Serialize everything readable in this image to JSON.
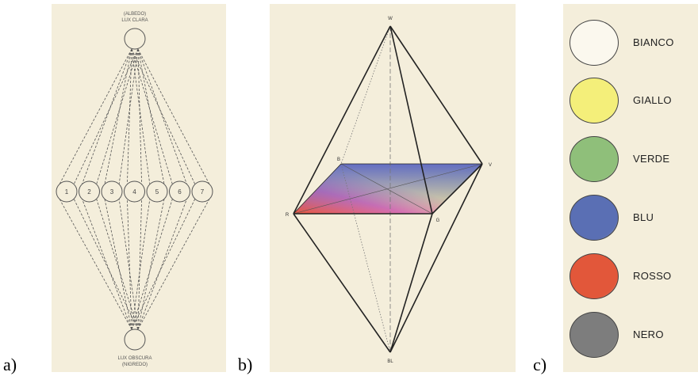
{
  "labels": {
    "a": "a)",
    "b": "b)",
    "c": "c)"
  },
  "panel_a": {
    "top_label_line1": "(ALBEDO)",
    "top_label_line2": "LUX CLARA",
    "bottom_label_line1": "LUX OBSCURA",
    "bottom_label_line2": "(NIGREDO)",
    "circles": [
      "1",
      "2",
      "3",
      "4",
      "5",
      "6",
      "7"
    ]
  },
  "panel_b": {
    "vertices": {
      "top": "W",
      "bottom": "BL",
      "left": "R",
      "right": "V",
      "back": "B",
      "front": "G"
    }
  },
  "panel_c": {
    "swatches": [
      {
        "label": "BIANCO",
        "color": "#fbf8ee"
      },
      {
        "label": "GIALLO",
        "color": "#f4ef7a"
      },
      {
        "label": "VERDE",
        "color": "#8fbf7a"
      },
      {
        "label": "BLU",
        "color": "#5a6fb4"
      },
      {
        "label": "ROSSO",
        "color": "#e2573a"
      },
      {
        "label": "NERO",
        "color": "#7d7d7d"
      }
    ]
  }
}
